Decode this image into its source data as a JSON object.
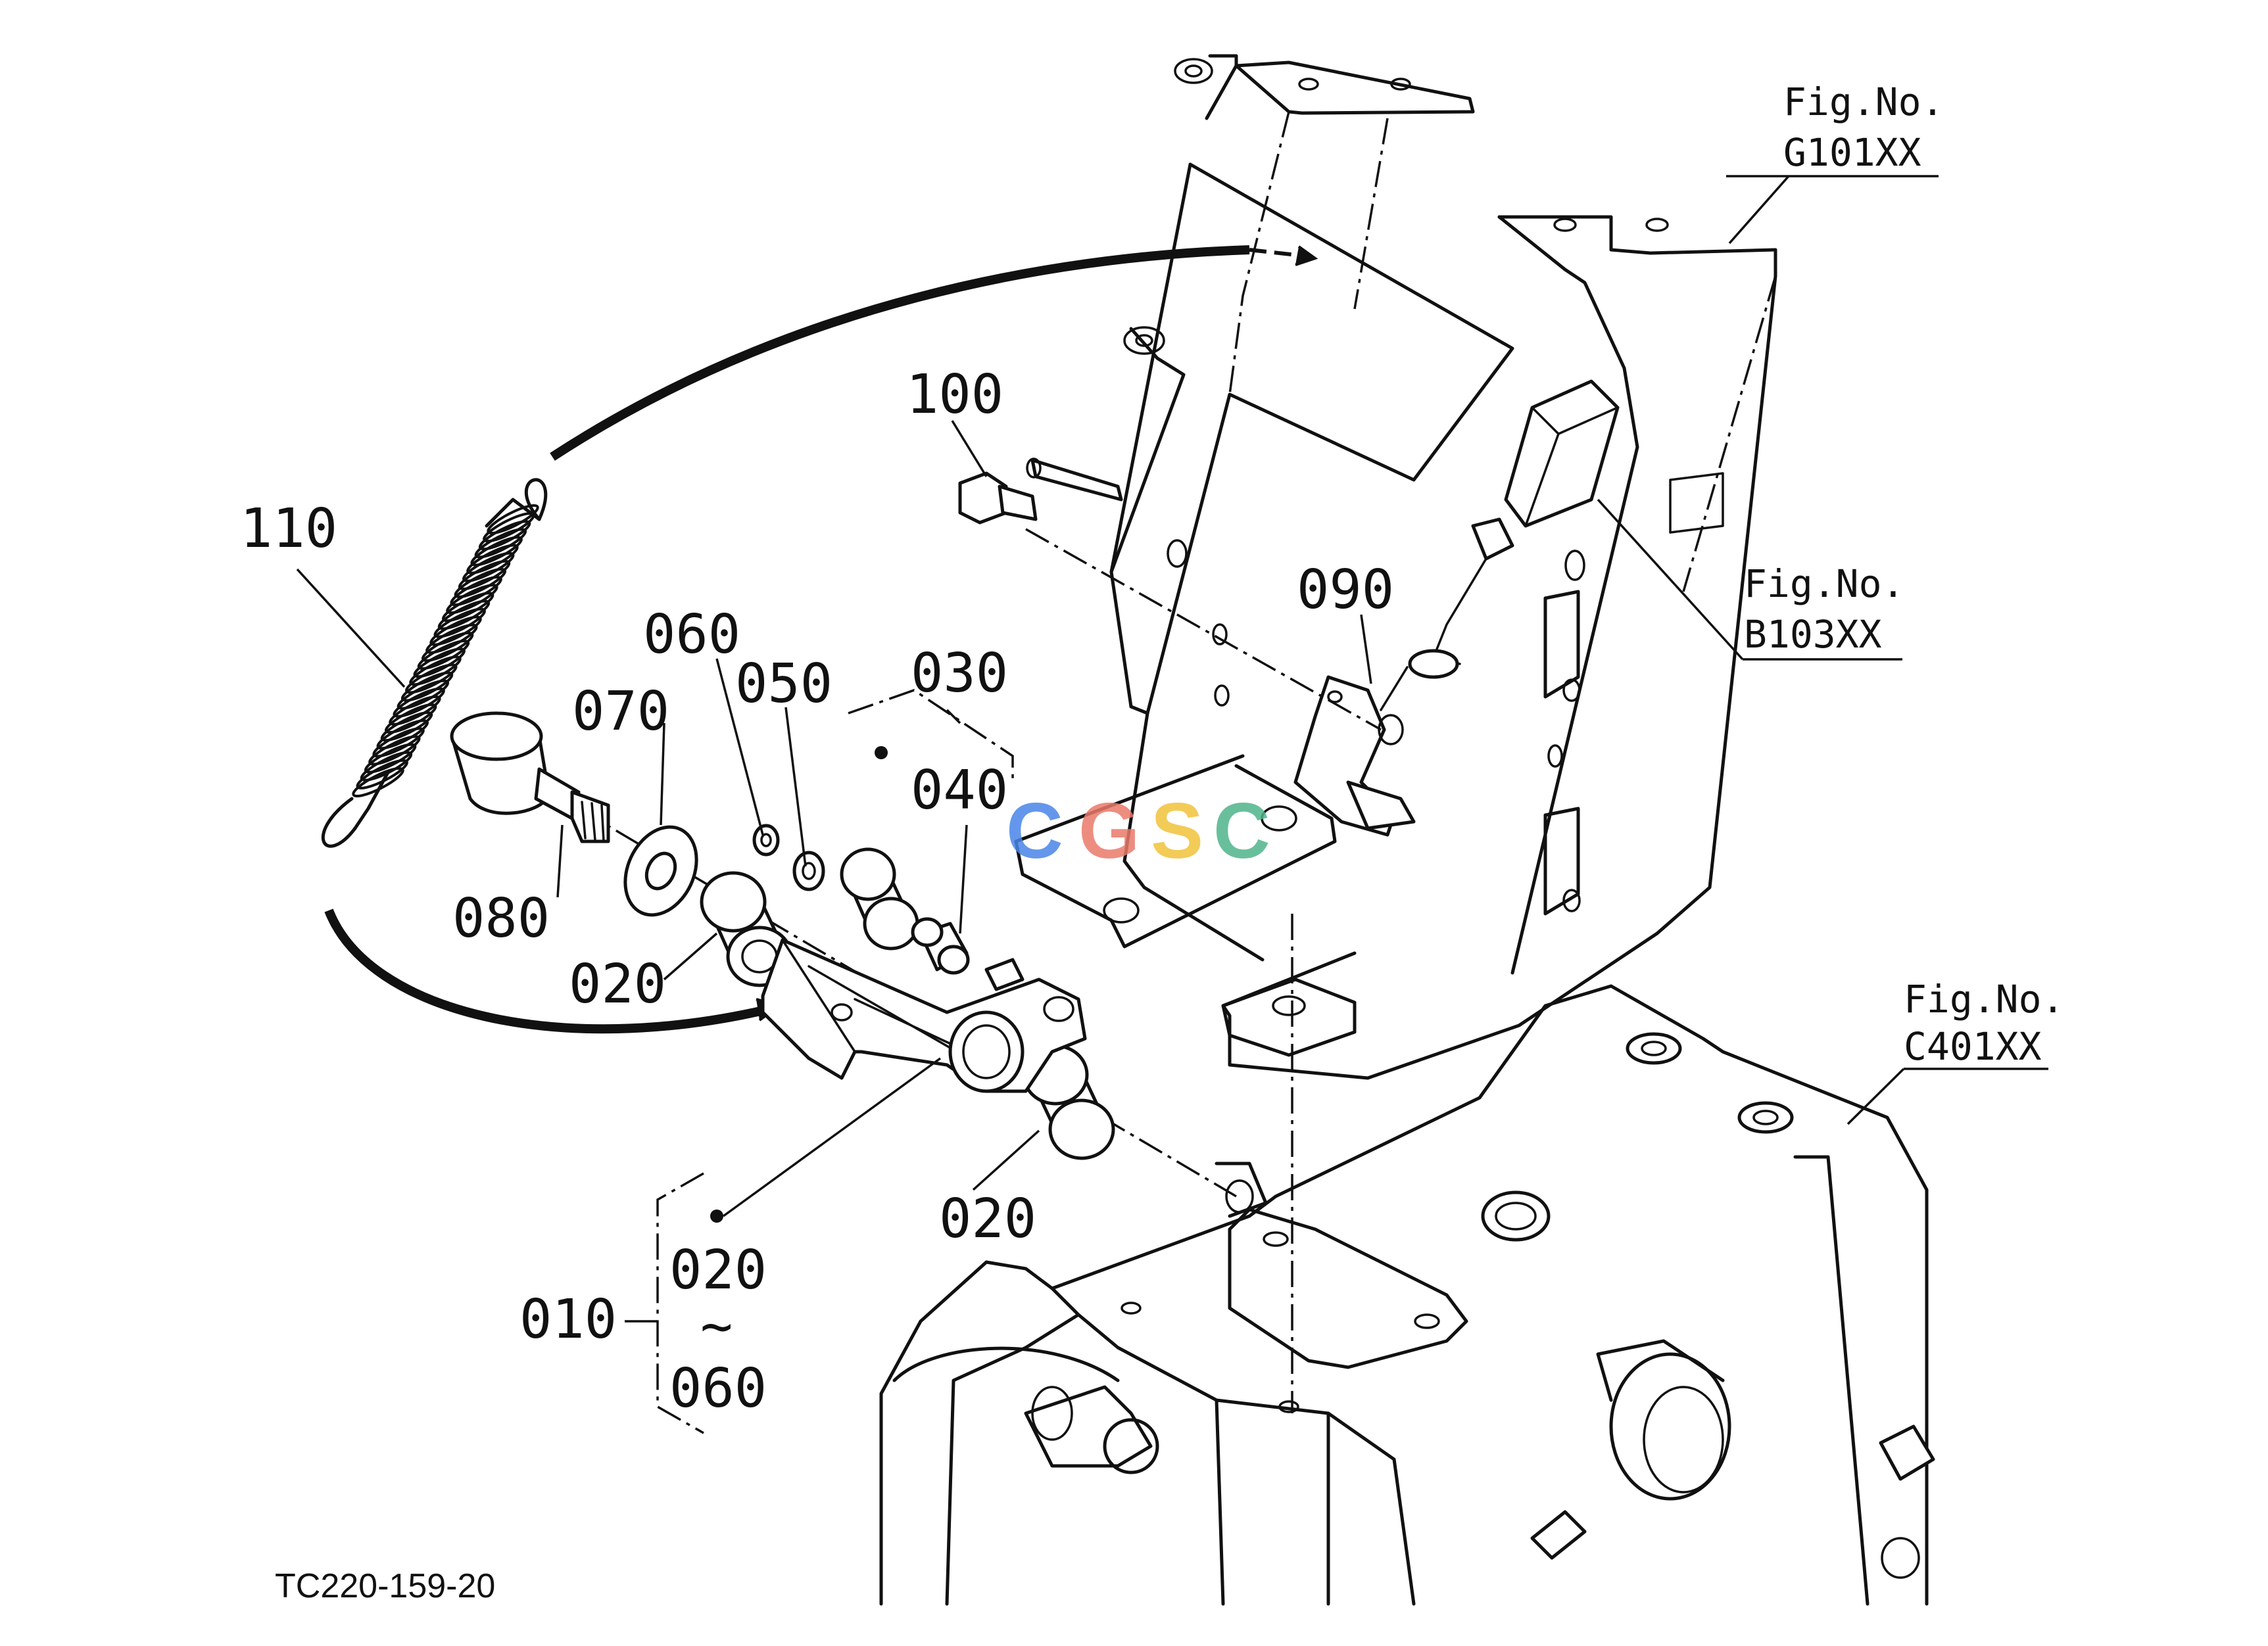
{
  "diagram_code": "TC220-159-20",
  "watermark": {
    "letters": [
      "C",
      "G",
      "S",
      "C"
    ],
    "colors": [
      "#4a86e8",
      "#ea7a6b",
      "#f2c23a",
      "#4fb58b"
    ]
  },
  "figure_refs": [
    {
      "prefix": "Fig.No.",
      "code": "G101XX"
    },
    {
      "prefix": "Fig.No.",
      "code": "B103XX"
    },
    {
      "prefix": "Fig.No.",
      "code": "C401XX"
    }
  ],
  "part_callouts": {
    "p110": "110",
    "p100": "100",
    "p090": "090",
    "p060": "060",
    "p050": "050",
    "p030": "030",
    "p040": "040",
    "p070": "070",
    "p080": "080",
    "p020a": "020",
    "p020b": "020",
    "p010": "010"
  },
  "assembly_group": {
    "from": "020",
    "range_symbol": "~",
    "to": "060"
  },
  "icons": [
    "spring-icon",
    "bolt-icon",
    "collar-icon",
    "washer-icon",
    "bushing-icon",
    "pivot-arm-icon",
    "bracket-icon",
    "transmission-case-icon"
  ]
}
